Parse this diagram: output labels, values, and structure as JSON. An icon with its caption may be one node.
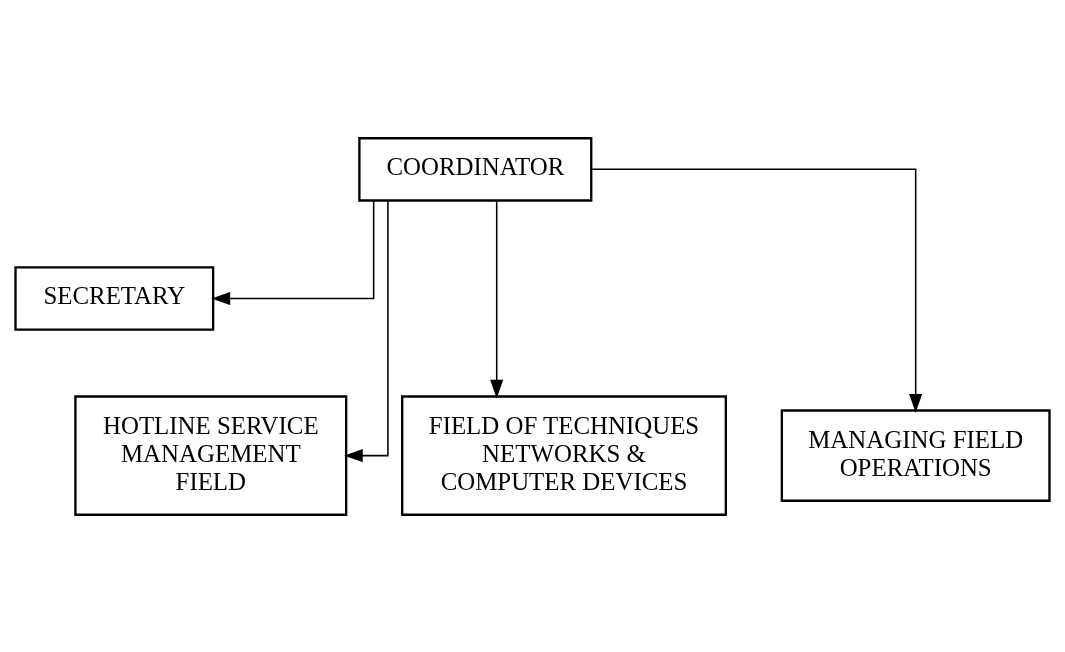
{
  "diagram": {
    "nodes": [
      {
        "text": [
          "COORDINATOR"
        ]
      },
      {
        "text": [
          "SECRETARY"
        ]
      },
      {
        "text": [
          "HOTLINE SERVICE MANAGEMENT FIELD"
        ]
      },
      {
        "text": [
          "FIELD OF TECHNIQUES NETWORKS & COMPUTER DEVICES"
        ]
      },
      {
        "text": [
          "MANAGING FIELD OPERATIONS"
        ]
      }
    ],
    "edges": [
      {
        "from": 0,
        "to": 1,
        "arrow": "to"
      },
      {
        "from": 0,
        "to": 2,
        "arrow": "to"
      },
      {
        "from": 0,
        "to": 3,
        "arrow": "to"
      },
      {
        "from": 0,
        "to": 4,
        "arrow": "to"
      }
    ]
  }
}
